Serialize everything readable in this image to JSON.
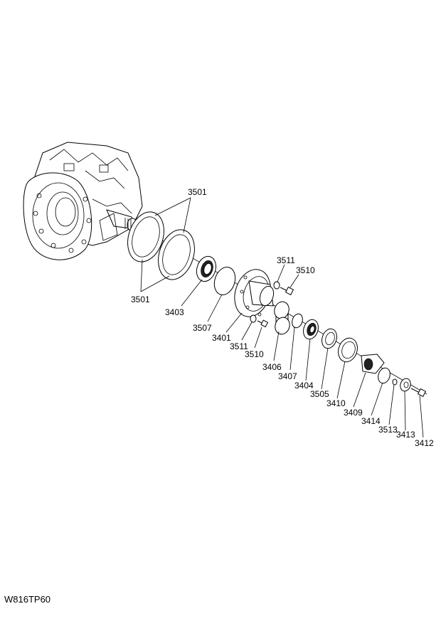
{
  "diagram": {
    "drawing_code": "W816TP60",
    "labels": {
      "l3501a": "3501",
      "l3501b": "3501",
      "l3511a": "3511",
      "l3510a": "3510",
      "l3403": "3403",
      "l3507": "3507",
      "l3401": "3401",
      "l3511b": "3511",
      "l3510b": "3510",
      "l3406": "3406",
      "l3407": "3407",
      "l3404": "3404",
      "l3505": "3505",
      "l3410": "3410",
      "l3409": "3409",
      "l3414": "3414",
      "l3513": "3513",
      "l3413": "3413",
      "l3412": "3412"
    }
  }
}
